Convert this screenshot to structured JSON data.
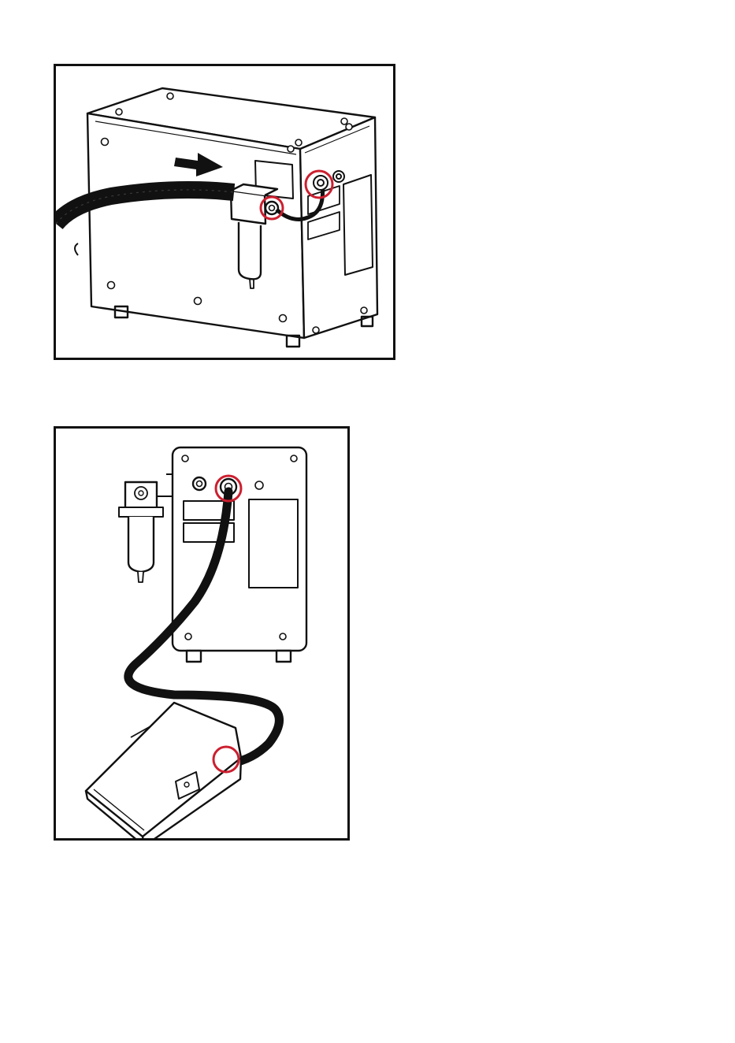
{
  "figures": [
    {
      "id": "fig1",
      "depicts": "unit-rear-air-connection",
      "highlight_color": "#cc1f2f",
      "highlights": 2,
      "icons": [
        "arrow-right-icon",
        "highlight-circle-icon"
      ]
    },
    {
      "id": "fig2",
      "depicts": "foot-pedal-connection",
      "highlight_color": "#cc1f2f",
      "highlights": 2,
      "icons": [
        "highlight-circle-icon"
      ]
    }
  ]
}
